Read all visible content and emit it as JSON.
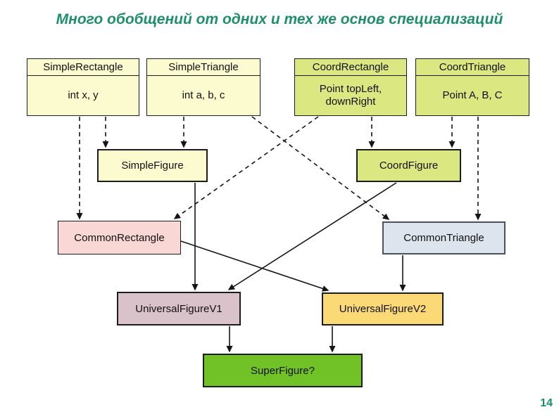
{
  "title": "Много обобщений от одних и тех же основ специализаций",
  "page_number": "14",
  "colors": {
    "title_text": "#1e8e6b",
    "page_number_text": "#1e8e6b",
    "edge_stroke": "#151515"
  },
  "diagram": {
    "nodes": {
      "simple_rectangle": {
        "name": "SimpleRectangle",
        "fields": "int x, y",
        "fill": "#fbfbcf"
      },
      "simple_triangle": {
        "name": "SimpleTriangle",
        "fields": "int a, b, c",
        "fill": "#fbfbcf"
      },
      "coord_rectangle": {
        "name": "CoordRectangle",
        "fields": "Point topLeft, downRight",
        "fill": "#dbe780"
      },
      "coord_triangle": {
        "name": "CoordTriangle",
        "fields": "Point A, B, C",
        "fill": "#dbe780"
      },
      "simple_figure": {
        "name": "SimpleFigure",
        "fill": "#fbfbcf"
      },
      "coord_figure": {
        "name": "CoordFigure",
        "fill": "#dbe780"
      },
      "common_rectangle": {
        "name": "CommonRectangle",
        "fill": "#f9d7d4"
      },
      "common_triangle": {
        "name": "CommonTriangle",
        "fill": "#dde4ed"
      },
      "universal_figure_v1": {
        "name": "UniversalFigureV1",
        "fill": "#d9c2ca"
      },
      "universal_figure_v2": {
        "name": "UniversalFigureV2",
        "fill": "#fbd977"
      },
      "super_figure": {
        "name": "SuperFigure?",
        "fill": "#70c226"
      }
    },
    "edges": [
      {
        "from": "simple_rectangle",
        "to": "common_rectangle",
        "style": "dashed"
      },
      {
        "from": "simple_rectangle",
        "to": "simple_figure",
        "style": "dashed"
      },
      {
        "from": "simple_triangle",
        "to": "simple_figure",
        "style": "dashed"
      },
      {
        "from": "simple_triangle",
        "to": "common_triangle",
        "style": "dashed"
      },
      {
        "from": "coord_rectangle",
        "to": "common_rectangle",
        "style": "dashed"
      },
      {
        "from": "coord_rectangle",
        "to": "coord_figure",
        "style": "dashed"
      },
      {
        "from": "coord_triangle",
        "to": "coord_figure",
        "style": "dashed"
      },
      {
        "from": "coord_triangle",
        "to": "common_triangle",
        "style": "dashed"
      },
      {
        "from": "simple_figure",
        "to": "universal_figure_v1",
        "style": "solid"
      },
      {
        "from": "coord_figure",
        "to": "universal_figure_v1",
        "style": "solid"
      },
      {
        "from": "common_rectangle",
        "to": "universal_figure_v2",
        "style": "solid"
      },
      {
        "from": "common_triangle",
        "to": "universal_figure_v2",
        "style": "solid"
      },
      {
        "from": "universal_figure_v1",
        "to": "super_figure",
        "style": "solid"
      },
      {
        "from": "universal_figure_v2",
        "to": "super_figure",
        "style": "solid"
      }
    ]
  }
}
